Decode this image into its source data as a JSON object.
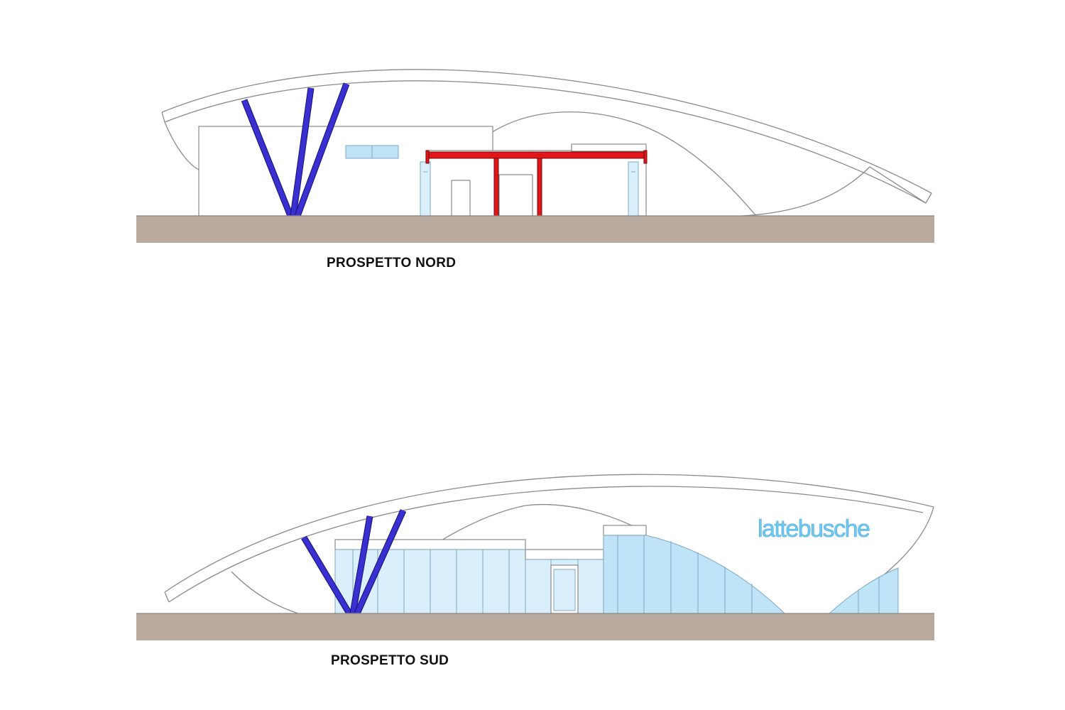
{
  "elevation_north": {
    "caption": "PROSPETTO NORD"
  },
  "elevation_south": {
    "caption": "PROSPETTO SUD",
    "signage": "lattebusche"
  },
  "colors": {
    "ground": "#b9aa9d",
    "struts": "#3a2fd0",
    "canopy_frame": "#e0161b",
    "glazing": "#bfe3f7",
    "signage": "#6fc9f2"
  }
}
